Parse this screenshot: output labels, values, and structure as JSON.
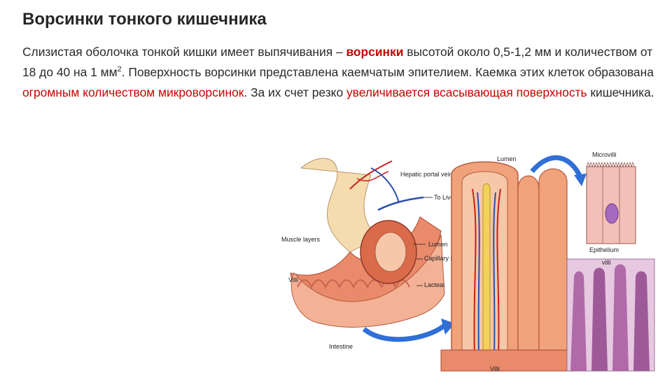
{
  "title": "Ворсинки тонкого кишечника",
  "paragraph": {
    "p1": "Слизистая оболочка тонкой кишки имеет выпячивания – ",
    "h1": "ворсинки",
    "p2": " высотой около 0,5-1,2 мм и количеством от 18 до 40 на 1 мм",
    "sup": "2",
    "p3": ". Поверхность ворсинки представлена каемчатым эпителием. Каемка этих клеток образована ",
    "h2": "огромным количеством микроворсинок",
    "p4": ". За их счет резко ",
    "h3": "увеличивается всасывающая поверхность",
    "p5": " кишечника."
  },
  "figure": {
    "labels": {
      "hepatic_portal_vein": "Hepatic portal vein",
      "to_liver": "To Liver",
      "muscle_layers": "Muscle layers",
      "villi_left": "Villi",
      "lumen_mid": "Lumen",
      "capillary_bed": "Capillary bed",
      "lacteal": "Lacteal",
      "intestine": "Intestine",
      "lumen_top": "Lumen",
      "villi_bottom": "Villi",
      "microvilli": "Microvilli",
      "epithelium": "Epithelium",
      "villi_micro": "villi"
    },
    "colors": {
      "tissue": "#f0a27a",
      "muscle": "#d9604a",
      "vein": "#2a4fb0",
      "artery": "#c8201e",
      "lacteal": "#f2d25a",
      "arrow": "#2f6fd6",
      "histology": "#b06aa8"
    }
  }
}
